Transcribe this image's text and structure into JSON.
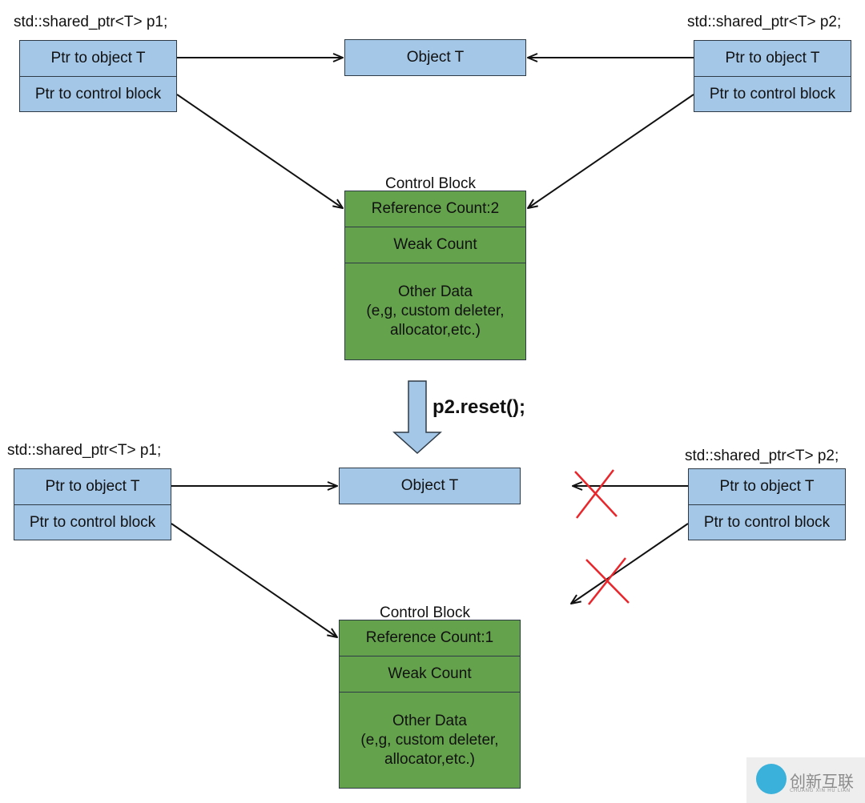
{
  "top": {
    "p1_label": "std::shared_ptr<T> p1;",
    "p2_label": "std::shared_ptr<T> p2;",
    "p1_ptr_object": "Ptr to object T",
    "p1_ptr_control": "Ptr to control block",
    "p2_ptr_object": "Ptr to object T",
    "p2_ptr_control": "Ptr to control block",
    "object": "Object T",
    "control_title": "Control Block",
    "ref_count": "Reference Count:2",
    "weak_count": "Weak Count",
    "other_data": [
      "Other Data",
      "(e,g, custom deleter,",
      "allocator,etc.)"
    ]
  },
  "transition": {
    "command": "p2.reset();"
  },
  "bottom": {
    "p1_label": "std::shared_ptr<T> p1;",
    "p2_label": "std::shared_ptr<T> p2;",
    "p1_ptr_object": "Ptr to object T",
    "p1_ptr_control": "Ptr to control block",
    "p2_ptr_object": "Ptr to object T",
    "p2_ptr_control": "Ptr to control block",
    "object": "Object T",
    "control_title": "Control Block",
    "ref_count": "Reference Count:1",
    "weak_count": "Weak Count",
    "other_data": [
      "Other Data",
      "(e,g, custom deleter,",
      "allocator,etc.)"
    ]
  },
  "watermark": {
    "text": "创新互联",
    "sub": "CHUANG XIN HU LIAN"
  },
  "colors": {
    "pointer_fill": "#a4c7e8",
    "control_fill": "#64a24c",
    "cross": "#e8262b",
    "arrow_fill": "#a4c7e8"
  }
}
